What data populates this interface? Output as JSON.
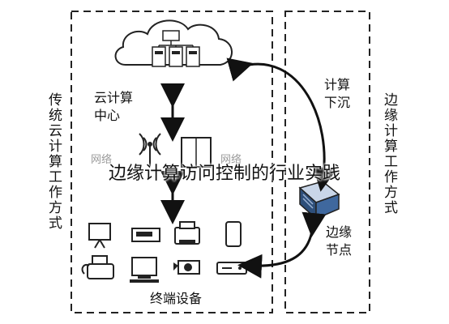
{
  "diagram": {
    "left_side_label": "传统云计算工作方式",
    "right_side_label": "边缘计算工作方式",
    "cloud_center_label": "云计算中心",
    "compute_sink_label": "计算下沉",
    "edge_node_label": "边缘节点",
    "terminal_devices_label": "终端设备",
    "faded_left": "网络",
    "faded_right": "网络",
    "overlay_title": "边缘计算访问控制的行业实践"
  }
}
